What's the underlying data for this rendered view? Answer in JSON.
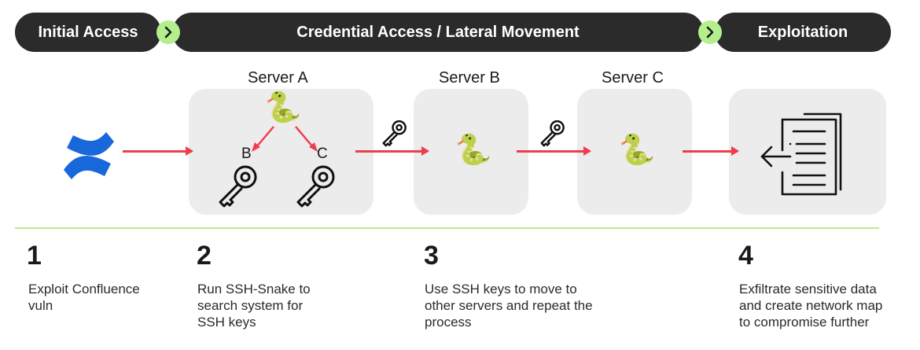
{
  "phases": [
    {
      "label": "Initial Access"
    },
    {
      "label": "Credential Access / Lateral Movement"
    },
    {
      "label": "Exploitation"
    }
  ],
  "servers": [
    {
      "label": "Server A"
    },
    {
      "label": "Server B"
    },
    {
      "label": "Server C"
    }
  ],
  "server_a_keys": [
    "B",
    "C"
  ],
  "steps": [
    {
      "number": "1",
      "text": "Exploit Confluence vuln"
    },
    {
      "number": "2",
      "text": "Run SSH-Snake to search system for SSH keys"
    },
    {
      "number": "3",
      "text": "Use SSH keys to move to other servers and repeat the process"
    },
    {
      "number": "4",
      "text": "Exfiltrate sensitive data and create network map to compromise further"
    }
  ],
  "icons": {
    "snake": "🐍",
    "confluence": "confluence-logo-icon",
    "key": "key-icon",
    "document": "document-exfil-icon"
  },
  "colors": {
    "pill": "#2b2b2b",
    "chevron": "#b4ef8e",
    "arrow": "#ee3d4c",
    "divider": "#b4ef8e",
    "box": "#ececec",
    "confluence_blue": "#1868db"
  }
}
